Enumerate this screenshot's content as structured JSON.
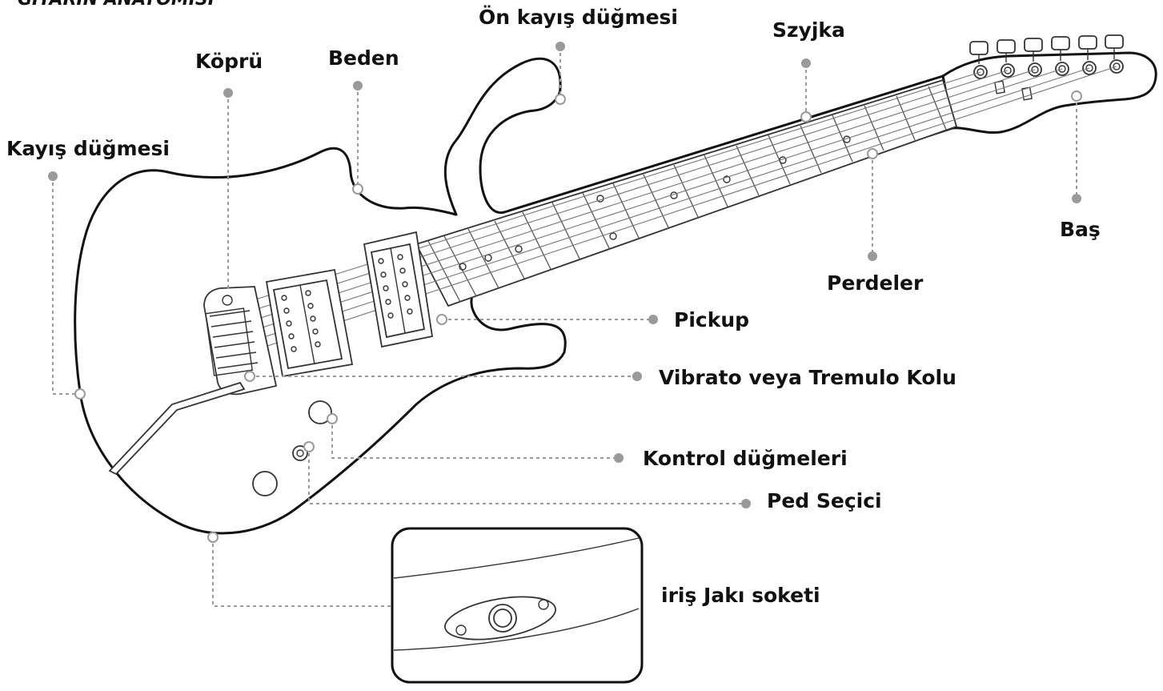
{
  "diagram": {
    "title": "GİTARIN ANATOMİSİ",
    "labels": {
      "on_kayis_dugmesi": "Ön kayış düğmesi",
      "szyjka": "Szyjka",
      "kopru": "Köprü",
      "beden": "Beden",
      "kayis_dugmesi": "Kayış düğmesi",
      "bas": "Baş",
      "perdeler": "Perdeler",
      "pickup": "Pickup",
      "vibrato": "Vibrato veya Tremulo Kolu",
      "kontrol": "Kontrol düğmeleri",
      "ped_secici": "Ped Seçici",
      "giris_jaki": "iriş Jakı soketi"
    },
    "colors": {
      "outline": "#111111",
      "leader": "#9a9a9a",
      "text": "#111111",
      "background": "#ffffff"
    }
  }
}
